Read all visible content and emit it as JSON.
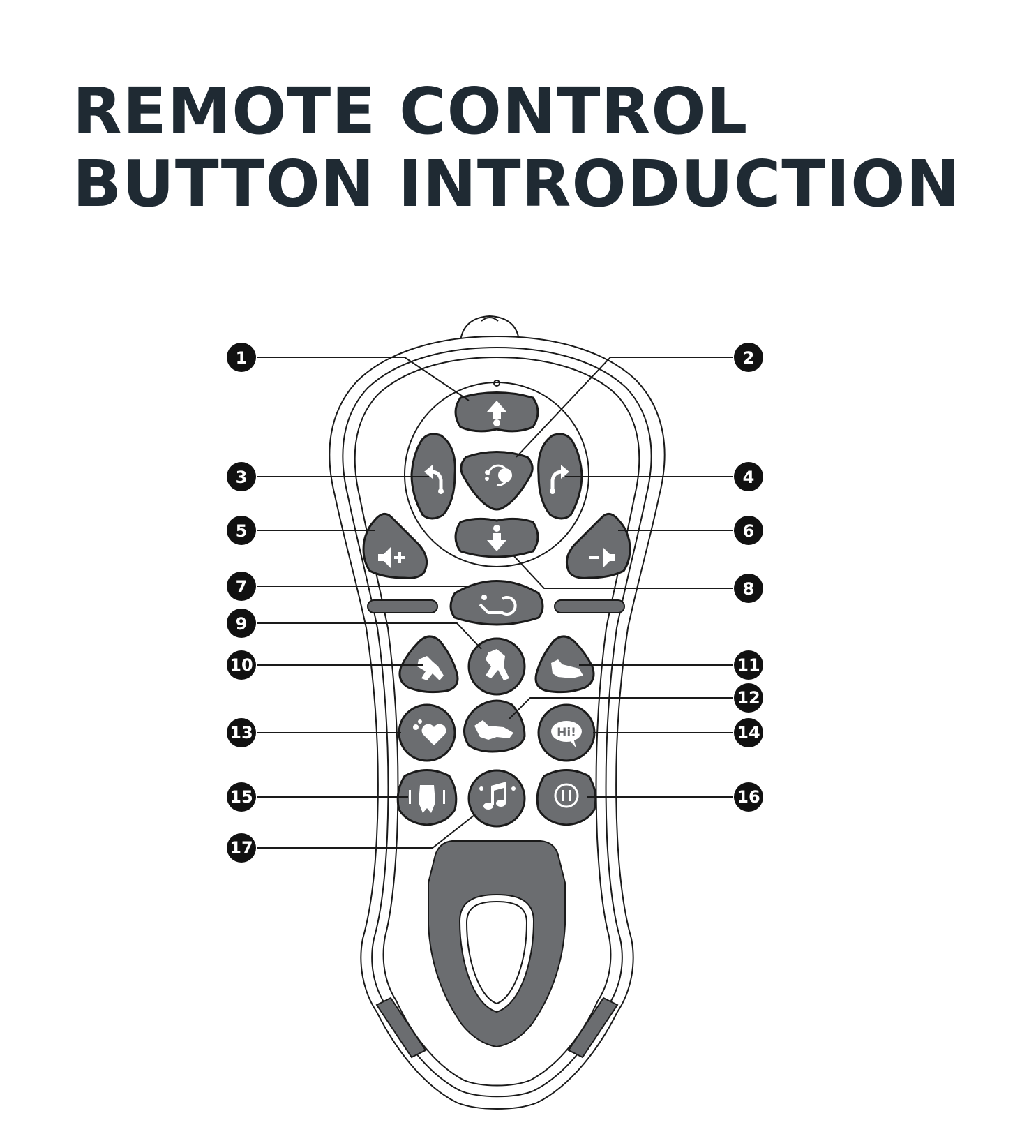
{
  "title": {
    "line1": "REMOTE CONTROL",
    "line2": "BUTTON INTRODUCTION"
  },
  "colors": {
    "text": "#1f2a33",
    "button": "#6b6d70",
    "outline": "#1a1a1a",
    "badge": "#111111"
  },
  "callouts": [
    {
      "number": "1",
      "button": "forward-arrow-icon"
    },
    {
      "number": "2",
      "button": "center-mode-icon"
    },
    {
      "number": "3",
      "button": "turn-left-icon"
    },
    {
      "number": "4",
      "button": "turn-right-icon"
    },
    {
      "number": "5",
      "button": "volume-up-icon"
    },
    {
      "number": "6",
      "button": "volume-down-icon"
    },
    {
      "number": "7",
      "button": "loop-icon"
    },
    {
      "number": "8",
      "button": "backward-arrow-icon"
    },
    {
      "number": "9",
      "button": "dog-stand-icon"
    },
    {
      "number": "10",
      "button": "dog-sit-icon"
    },
    {
      "number": "11",
      "button": "dog-lie-icon"
    },
    {
      "number": "12",
      "button": "dog-run-icon"
    },
    {
      "number": "13",
      "button": "heart-icon"
    },
    {
      "number": "14",
      "button": "hi-speech-icon"
    },
    {
      "number": "15",
      "button": "shake-icon"
    },
    {
      "number": "16",
      "button": "pause-icon"
    },
    {
      "number": "17",
      "button": "music-icon"
    }
  ],
  "button_glyphs": {
    "volume_up": "+",
    "volume_down": "–",
    "hi": "Hi!"
  }
}
